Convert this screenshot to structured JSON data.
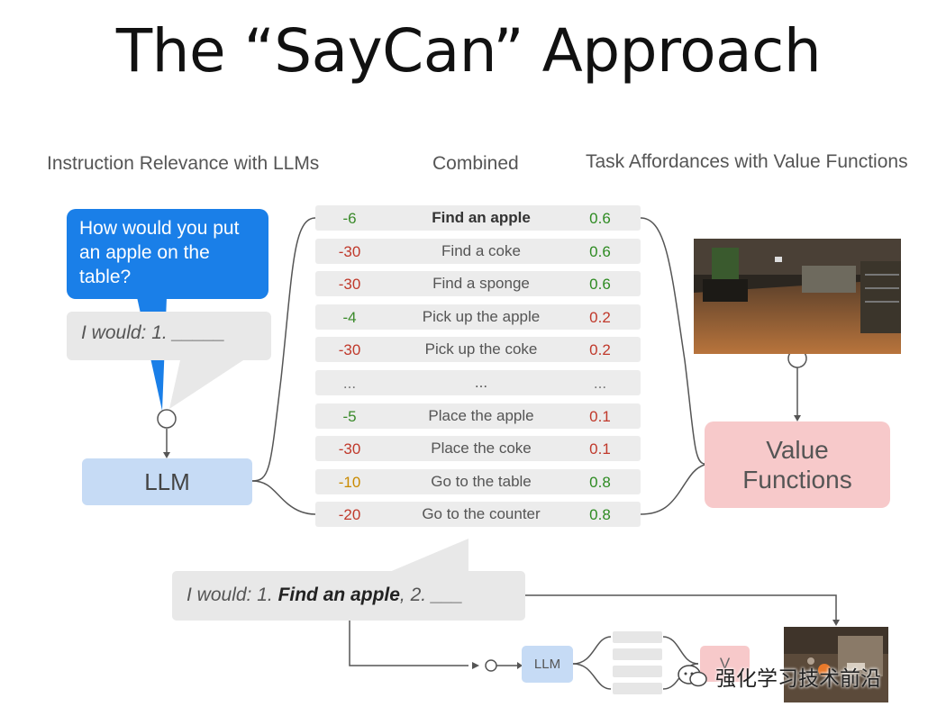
{
  "title": "The “SayCan” Approach",
  "columns": {
    "left": "Instruction Relevance with LLMs",
    "middle": "Combined",
    "right": "Task Affordances with Value Functions"
  },
  "prompt": {
    "question": "How would you put an apple on the table?",
    "answer_stub": "I would: 1. _____"
  },
  "llm_label": "LLM",
  "value_functions_label_line1": "Value",
  "value_functions_label_line2": "Functions",
  "skills": [
    {
      "score": "-6",
      "score_color": "#3a8a2a",
      "action": "Find an apple",
      "bold": true,
      "value": "0.6",
      "value_color": "#2e8b22"
    },
    {
      "score": "-30",
      "score_color": "#c0392b",
      "action": "Find a coke",
      "bold": false,
      "value": "0.6",
      "value_color": "#2e8b22"
    },
    {
      "score": "-30",
      "score_color": "#c0392b",
      "action": "Find a sponge",
      "bold": false,
      "value": "0.6",
      "value_color": "#2e8b22"
    },
    {
      "score": "-4",
      "score_color": "#3a8a2a",
      "action": "Pick up the apple",
      "bold": false,
      "value": "0.2",
      "value_color": "#c0392b"
    },
    {
      "score": "-30",
      "score_color": "#c0392b",
      "action": "Pick up the coke",
      "bold": false,
      "value": "0.2",
      "value_color": "#c0392b"
    },
    {
      "score": "...",
      "score_color": "#777777",
      "action": "...",
      "bold": false,
      "value": "...",
      "value_color": "#777777"
    },
    {
      "score": "-5",
      "score_color": "#3a8a2a",
      "action": "Place the apple",
      "bold": false,
      "value": "0.1",
      "value_color": "#c0392b"
    },
    {
      "score": "-30",
      "score_color": "#c0392b",
      "action": "Place the coke",
      "bold": false,
      "value": "0.1",
      "value_color": "#c0392b"
    },
    {
      "score": "-10",
      "score_color": "#c98a00",
      "action": "Go to the table",
      "bold": false,
      "value": "0.8",
      "value_color": "#2e8b22"
    },
    {
      "score": "-20",
      "score_color": "#c0392b",
      "action": "Go to the counter",
      "bold": false,
      "value": "0.8",
      "value_color": "#2e8b22"
    }
  ],
  "next_step": {
    "prefix": "I would: 1. ",
    "chosen": "Find an apple",
    "suffix": ", 2. ___"
  },
  "mini": {
    "llm_label": "LLM",
    "vf_label": "V"
  },
  "watermark": "强化学习技术前沿"
}
